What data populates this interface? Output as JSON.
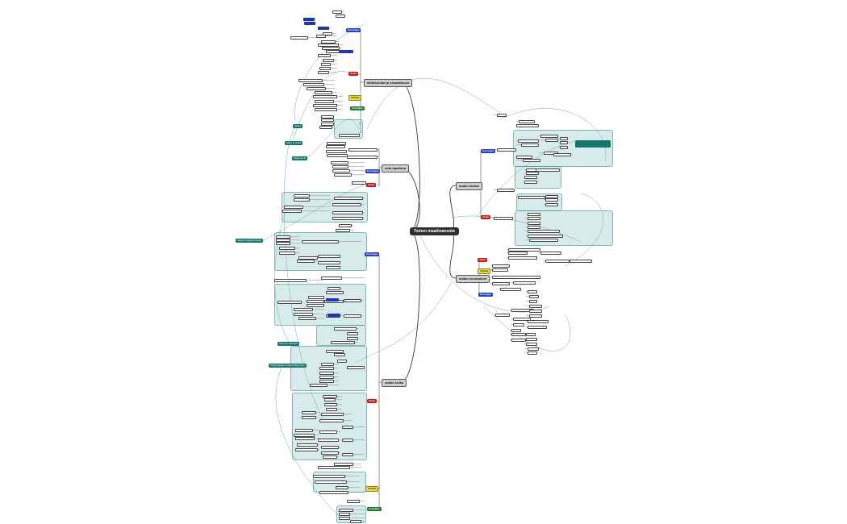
{
  "root": {
    "label": "Toinen maailmansota"
  },
  "main_topics": [
    {
      "key": "t1",
      "label": "lähtökohdat ja sosiaalisuus"
    },
    {
      "key": "t2",
      "label": "sota tapahtuu"
    },
    {
      "key": "t3",
      "label": "sodan kulku"
    },
    {
      "key": "t4",
      "label": "sodan tausta"
    },
    {
      "key": "t5",
      "label": "sodan seuraukset"
    }
  ],
  "category_tags": [
    {
      "key": "g1",
      "label": "Eurooppa",
      "color": "blue"
    },
    {
      "key": "g2",
      "label": "Aasia",
      "color": "red"
    },
    {
      "key": "g3",
      "label": "Afrikka",
      "color": "yellow"
    },
    {
      "key": "g4",
      "label": "Amerikka",
      "color": "green"
    },
    {
      "key": "g5",
      "label": "Eurooppa",
      "color": "blue"
    },
    {
      "key": "g6",
      "label": "Aasia",
      "color": "red"
    },
    {
      "key": "g7",
      "label": "Eurooppa",
      "color": "blue"
    },
    {
      "key": "g8",
      "label": "Aasia",
      "color": "red"
    },
    {
      "key": "g9",
      "label": "Afrikka",
      "color": "yellow"
    },
    {
      "key": "g10",
      "label": "Amerikka",
      "color": "green"
    },
    {
      "key": "g11",
      "label": "Eurooppa",
      "color": "blue"
    },
    {
      "key": "g12",
      "label": "Aasia",
      "color": "red"
    },
    {
      "key": "g13",
      "label": "Aasia",
      "color": "red"
    },
    {
      "key": "g14",
      "label": "Afrikka",
      "color": "yellow"
    },
    {
      "key": "g15",
      "label": "Eurooppa",
      "color": "blue"
    }
  ],
  "teal_labels": [
    {
      "key": "s1",
      "label": "Saksa"
    },
    {
      "key": "s2",
      "label": "Hitler ja natsit"
    },
    {
      "key": "s3",
      "label": "Stalin ja NL"
    },
    {
      "key": "s4",
      "label": "Japanin laajentuminen"
    },
    {
      "key": "s5",
      "label": "Suomen talvisota"
    },
    {
      "key": "s6",
      "label": "Yhdysvaltojen sotaan liittyminen"
    }
  ],
  "colors": {
    "root": "#2f2f2f",
    "branch": "#333333",
    "group": "#7cbcb7",
    "link": "#3c9b92"
  }
}
